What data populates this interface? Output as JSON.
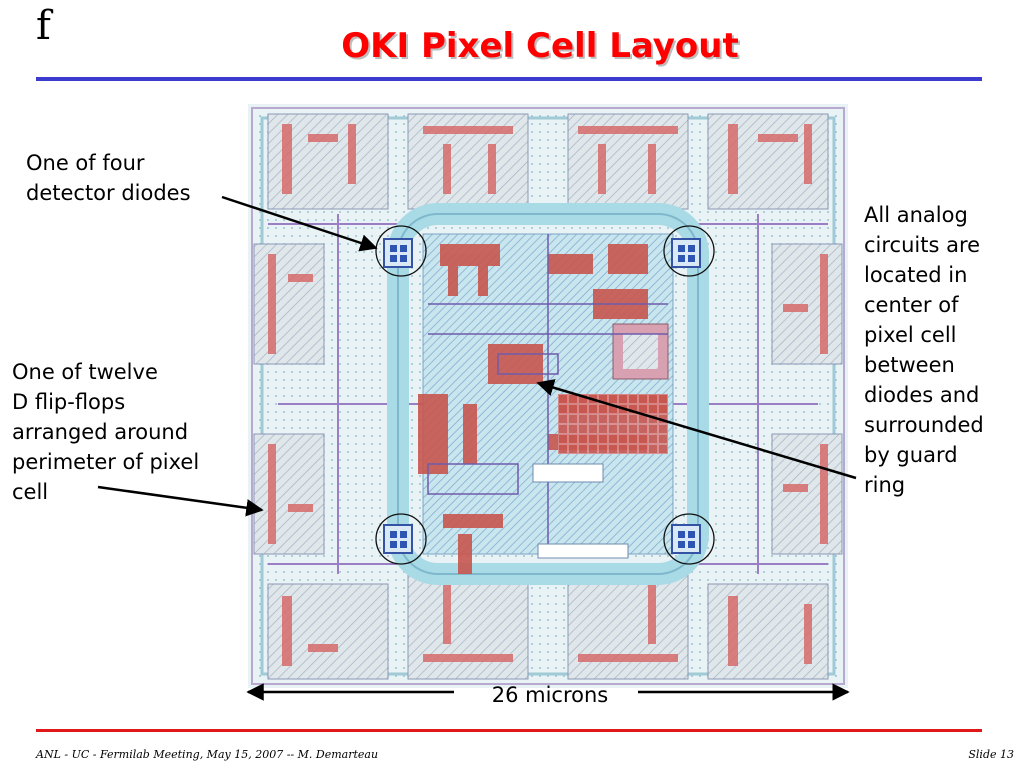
{
  "slide": {
    "logo": "f",
    "title": "OKI Pixel Cell Layout",
    "footer_left": "ANL - UC - Fermilab Meeting, May 15, 2007 -- M. Demarteau",
    "footer_right": "Slide 13"
  },
  "annotations": {
    "diodes": [
      "One of four",
      "detector diodes"
    ],
    "analog": [
      "All analog",
      "circuits are",
      "located in",
      "center of",
      "pixel cell",
      "between",
      "diodes and",
      "surrounded",
      "by guard",
      "ring"
    ],
    "flipflops": [
      "One of twelve",
      "D flip-flops",
      "arranged around",
      "perimeter of pixel",
      "cell"
    ],
    "scale": "26 microns"
  },
  "colors": {
    "title": "#ff0000",
    "top_rule": "#3b3bd0",
    "bottom_rule": "#e01818"
  }
}
